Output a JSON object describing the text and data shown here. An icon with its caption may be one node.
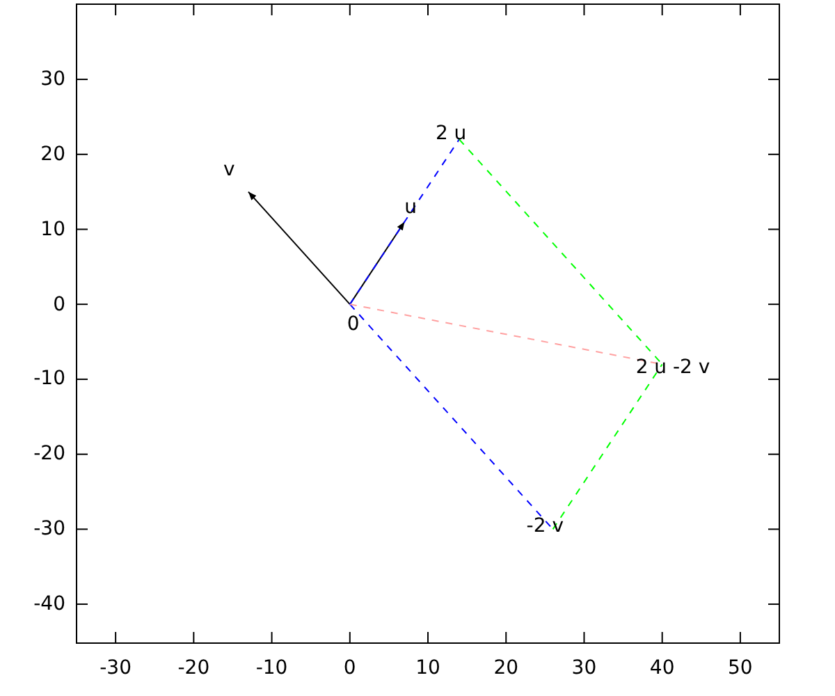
{
  "diagram": {
    "nodes": [
      {
        "text": [
          "0"
        ]
      },
      {
        "text": [
          "u"
        ]
      },
      {
        "text": [
          "v"
        ]
      },
      {
        "text": [
          "2 u"
        ]
      },
      {
        "text": [
          "-2 v"
        ]
      },
      {
        "text": [
          "2 u -2 v"
        ]
      }
    ],
    "edges": [
      {
        "from": 0,
        "to": 1,
        "arrow": "to"
      },
      {
        "from": 0,
        "to": 2,
        "arrow": "to"
      },
      {
        "from": 0,
        "to": 3,
        "arrow": "none",
        "style": "dashed",
        "color": "#0000ff"
      },
      {
        "from": 0,
        "to": 4,
        "arrow": "none",
        "style": "dashed",
        "color": "#0000ff"
      },
      {
        "from": 3,
        "to": 5,
        "arrow": "none",
        "style": "dashed",
        "color": "#00ff00"
      },
      {
        "from": 4,
        "to": 5,
        "arrow": "none",
        "style": "dashed",
        "color": "#00ff00"
      },
      {
        "from": 0,
        "to": 5,
        "arrow": "none",
        "style": "dashed",
        "color": "#ffa0a0"
      }
    ],
    "labels": [
      "30",
      "20",
      "10",
      "0",
      "-10",
      "-20",
      "-30",
      "-40",
      "-30",
      "-20",
      "-10",
      "0",
      "10",
      "20",
      "30",
      "40",
      "50"
    ]
  }
}
